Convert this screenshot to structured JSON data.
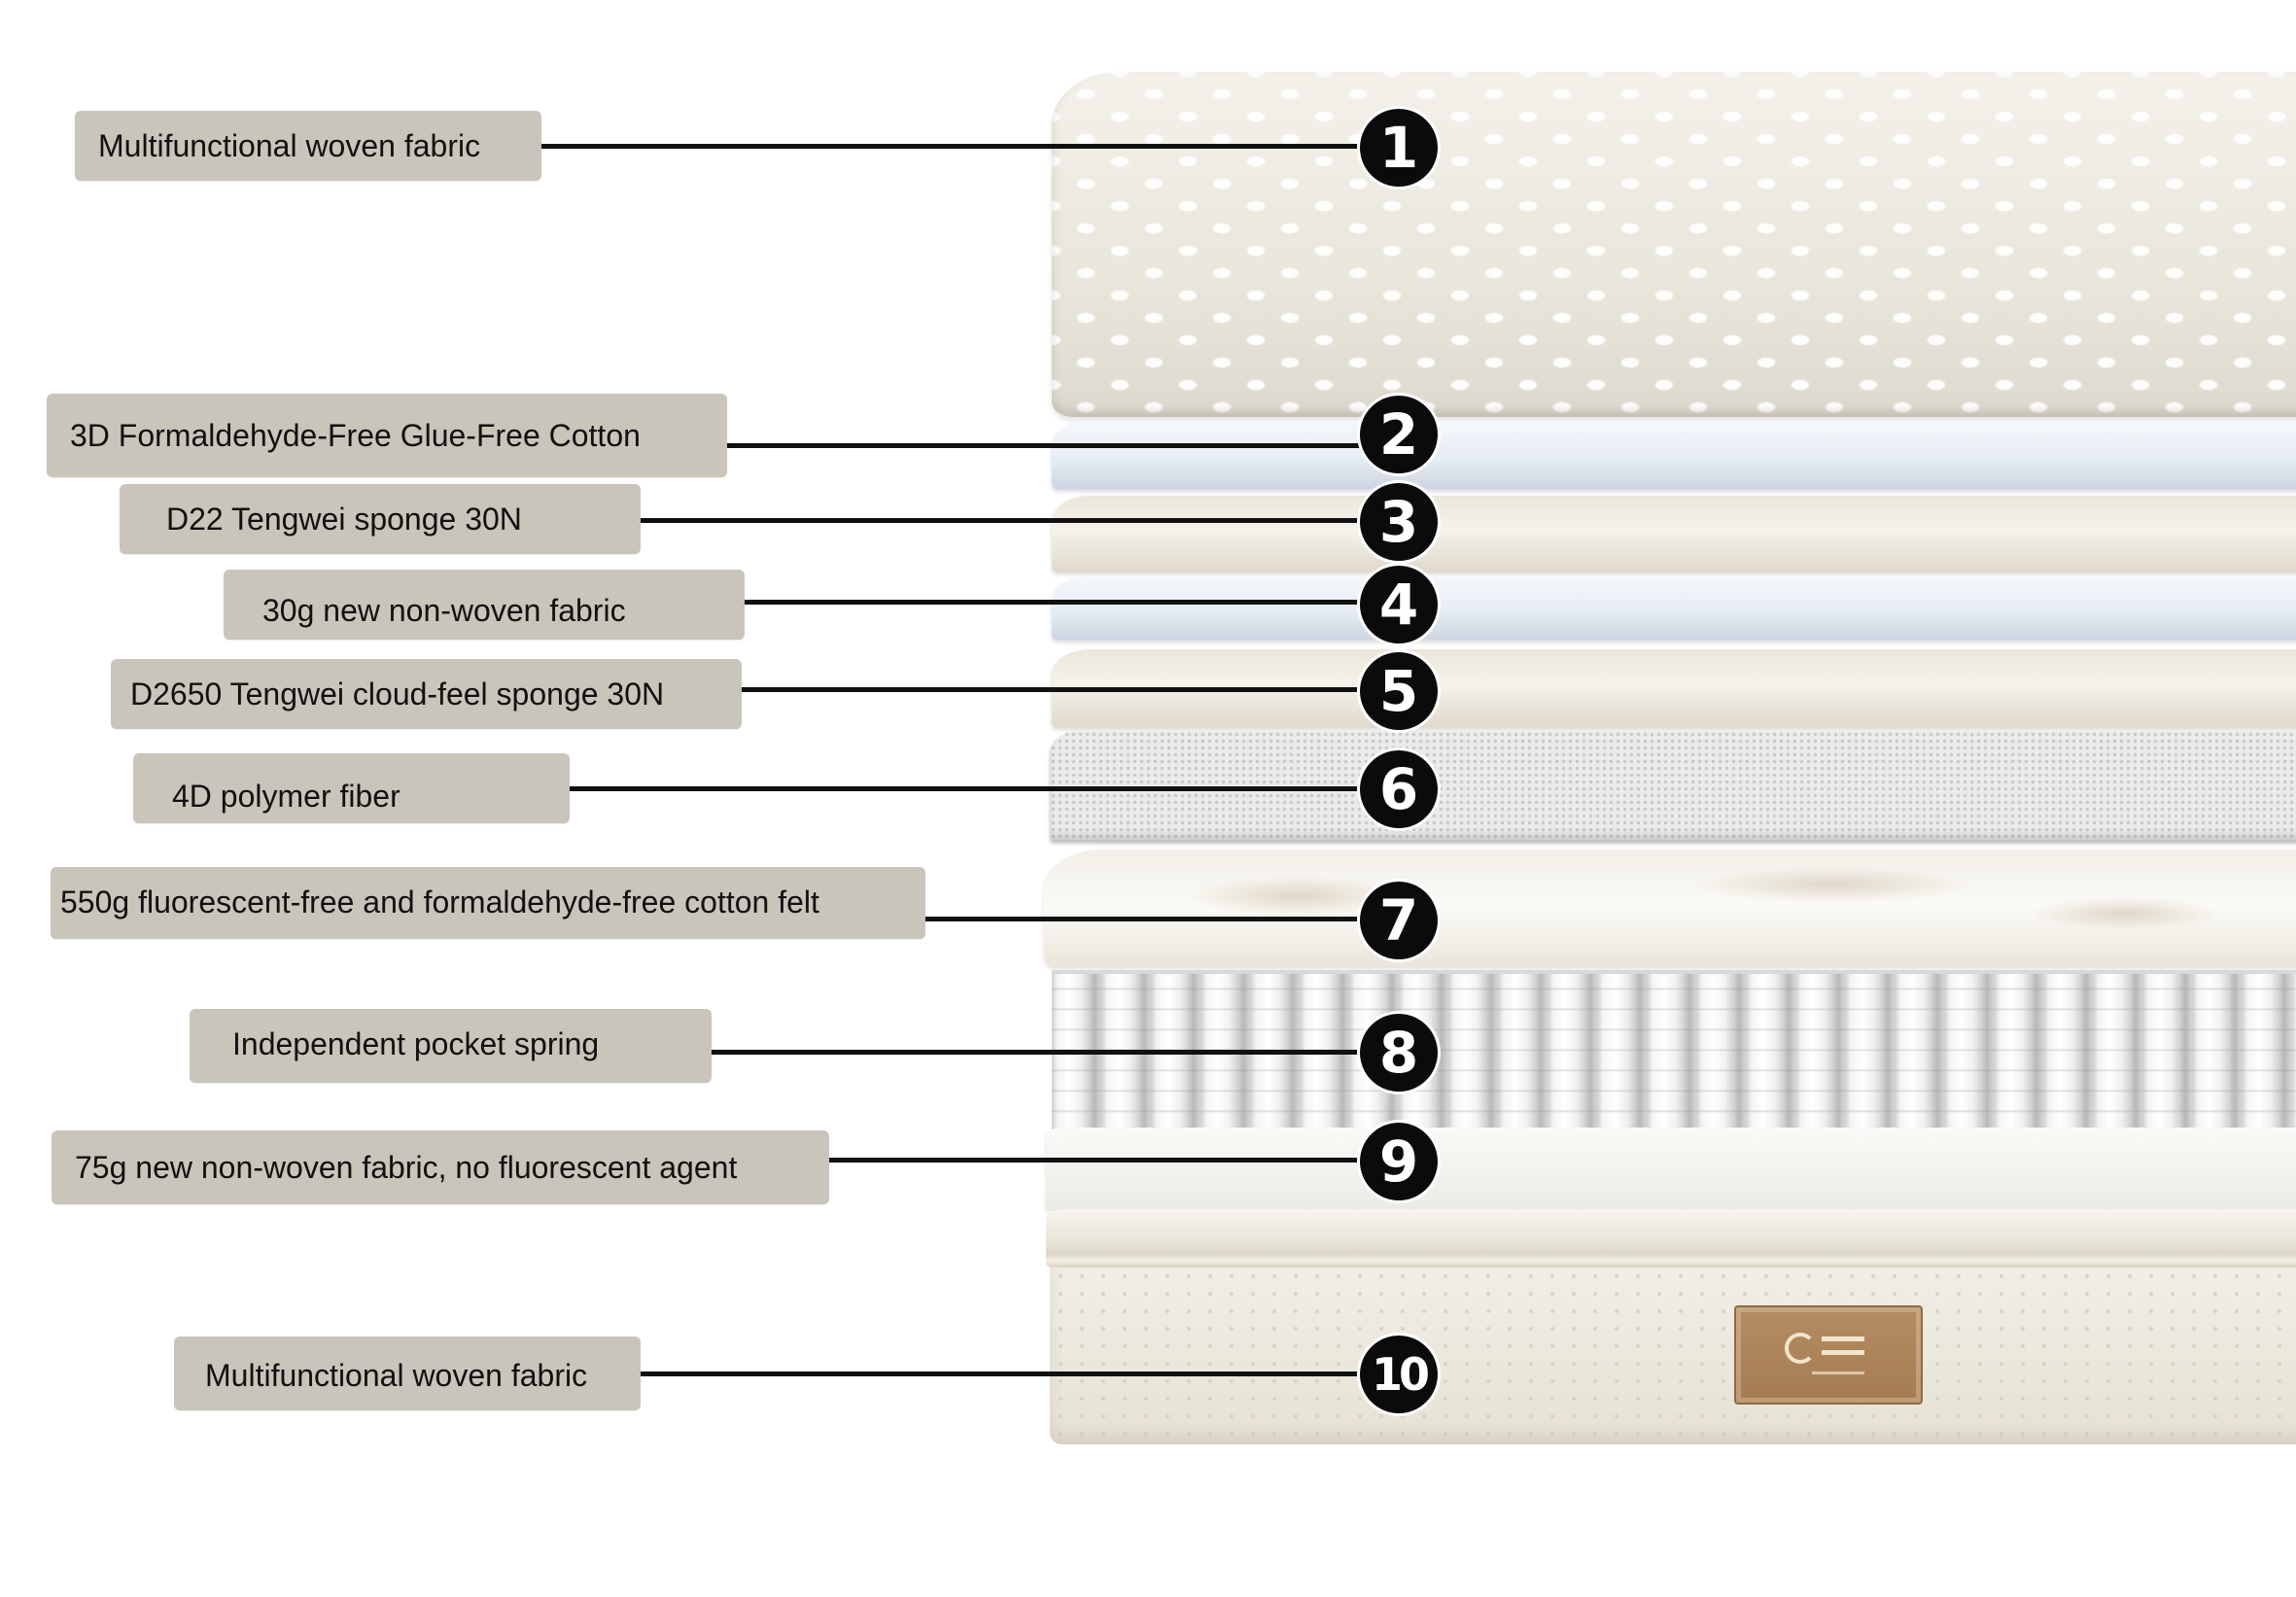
{
  "callouts": [
    {
      "number": "1",
      "label": "Multifunctional woven fabric"
    },
    {
      "number": "2",
      "label": "3D Formaldehyde-Free Glue-Free Cotton"
    },
    {
      "number": "3",
      "label": "D22 Tengwei sponge 30N"
    },
    {
      "number": "4",
      "label": "30g new non-woven fabric"
    },
    {
      "number": "5",
      "label": "D2650 Tengwei cloud-feel sponge 30N"
    },
    {
      "number": "6",
      "label": "4D polymer fiber"
    },
    {
      "number": "7",
      "label": "550g fluorescent-free and formaldehyde-free cotton felt"
    },
    {
      "number": "8",
      "label": "Independent pocket spring"
    },
    {
      "number": "9",
      "label": "75g new non-woven fabric, no fluorescent agent"
    },
    {
      "number": "10",
      "label": "Multifunctional woven fabric"
    }
  ],
  "colors": {
    "label_background": "#c9c5bb",
    "label_text": "#111111",
    "leader_line": "#111111",
    "badge_background": "#0b0b0b",
    "badge_text": "#ffffff"
  }
}
